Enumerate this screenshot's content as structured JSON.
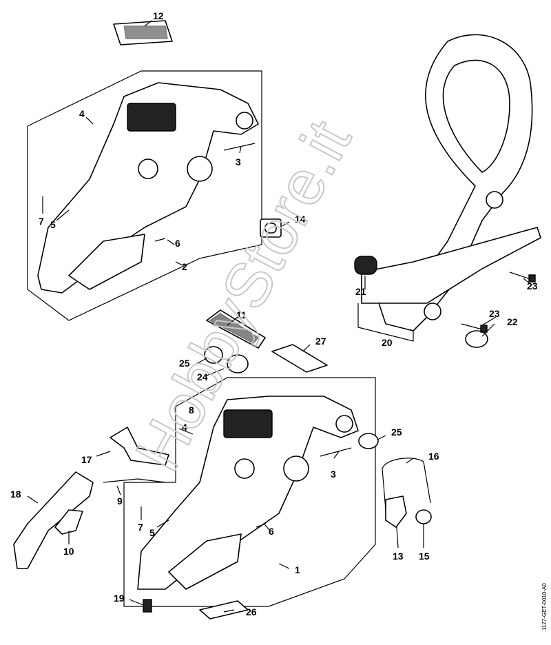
{
  "diagram": {
    "labels": {
      "upper_housing": {
        "12": "12",
        "4": "4",
        "3": "3",
        "7": "7",
        "5": "5",
        "6": "6",
        "2": "2",
        "14": "14"
      },
      "handle": {
        "21": "21",
        "20": "20",
        "23a": "23",
        "23b": "23",
        "22": "22"
      },
      "middle": {
        "11": "11",
        "27": "27",
        "25a": "25",
        "24": "24"
      },
      "lower_housing": {
        "8": "8",
        "4": "4",
        "17": "17",
        "18": "18",
        "9": "9",
        "10": "10",
        "7": "7",
        "5": "5",
        "6": "6",
        "1": "1",
        "3": "3",
        "25b": "25",
        "16": "16",
        "13": "13",
        "15": "15",
        "19": "19",
        "26": "26"
      }
    },
    "watermark": "HobbyStore.it",
    "drawing_code": "1127-GET-0010-A0"
  }
}
